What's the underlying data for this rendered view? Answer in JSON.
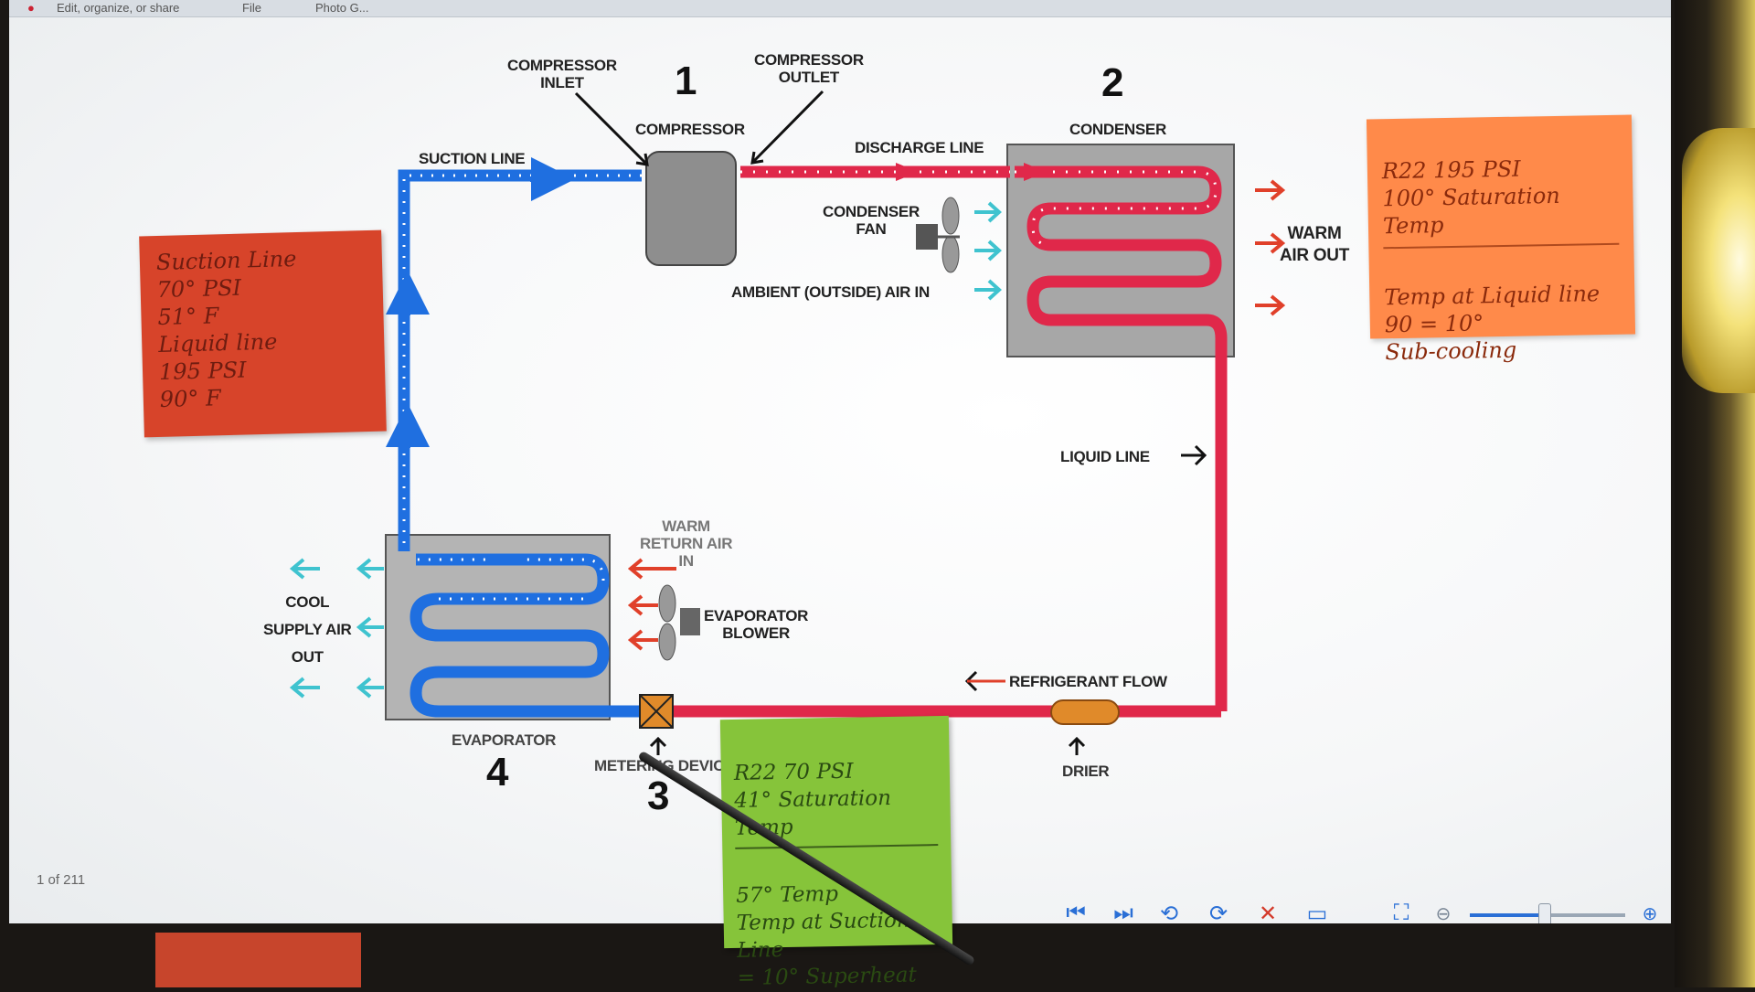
{
  "window": {
    "title_fragment": "Edit, organize, or share",
    "menu": [
      "File",
      "Photo G..."
    ]
  },
  "diagram": {
    "labels": {
      "compressor_inlet": "COMPRESSOR\nINLET",
      "compressor_outlet": "COMPRESSOR\nOUTLET",
      "compressor": "COMPRESSOR",
      "condenser": "CONDENSER",
      "suction_line": "SUCTION LINE",
      "discharge_line": "DISCHARGE LINE",
      "condenser_fan": "CONDENSER\nFAN",
      "ambient_air_in": "AMBIENT (OUTSIDE) AIR IN",
      "warm_air_out": "WARM\nAIR OUT",
      "liquid_line": "LIQUID LINE",
      "warm_return_air_in": "WARM\nRETURN AIR\nIN",
      "evaporator_blower": "EVAPORATOR\nBLOWER",
      "cool_supply_air_out": "COOL\nSUPPLY AIR\nOUT",
      "refrigerant_flow": "REFRIGERANT FLOW",
      "evaporator": "EVAPORATOR",
      "metering_device": "METERING DEVICE",
      "drier": "DRIER"
    },
    "numbers": {
      "compressor": "1",
      "condenser": "2",
      "metering_device": "3",
      "evaporator": "4"
    },
    "colors": {
      "hot_line": "#e0284a",
      "cold_line": "#1f6fe0",
      "ambient_arrow": "#3fc3cf",
      "warm_arrow": "#e0402a",
      "component_gray": "#9a9a9a",
      "drier": "#e08a2a"
    }
  },
  "notes": {
    "red": "Suction Line\n70° PSI\n51° F\nLiquid line\n195 PSI\n90° F",
    "orange_top": "R22  195 PSI\n100° Saturation\nTemp",
    "orange_bottom": "Temp at Liquid line\n90 = 10°\nSub-cooling",
    "green_top": "R22  70 PSI\n41° Saturation\nTemp",
    "green_bottom": "57° Temp\nTemp at Suction Line\n= 10° Superheat"
  },
  "status": {
    "page_count": "1 of 211"
  },
  "toolbar": {
    "icons": [
      "first-page-icon",
      "last-page-icon",
      "rotate-left-icon",
      "rotate-right-icon",
      "delete-icon",
      "slideshow-icon",
      "fit-to-window-icon",
      "zoom-out-icon",
      "zoom-in-icon"
    ],
    "zoom_level": 0.45
  }
}
